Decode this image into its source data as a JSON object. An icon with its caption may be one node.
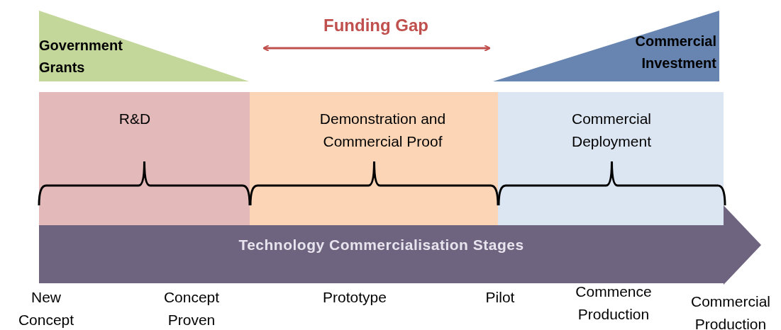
{
  "diagram": {
    "nodes": [
      {
        "text": [
          "Government Grants"
        ]
      },
      {
        "text": [
          "Commercial Investment"
        ]
      },
      {
        "text": [
          "R&D"
        ]
      },
      {
        "text": [
          "Demonstration and Commercial Proof"
        ]
      },
      {
        "text": [
          "Commercial Deployment"
        ]
      },
      {
        "text": [
          "Technology Commercialisation Stages"
        ]
      }
    ],
    "edges": [],
    "labels": [
      "Funding Gap",
      "New Concept",
      "Concept Proven",
      "Prototype",
      "Pilot",
      "Commence Production",
      "Commercial Production"
    ]
  }
}
